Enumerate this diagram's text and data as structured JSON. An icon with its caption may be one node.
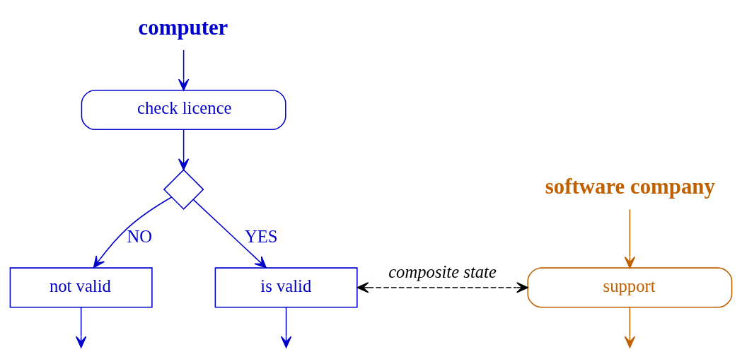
{
  "diagram": {
    "nodes": [
      {
        "text": [
          "computer"
        ]
      },
      {
        "text": [
          "check licence"
        ]
      },
      {
        "text": [],
        "shape": "diamond"
      },
      {
        "text": [
          "not valid"
        ]
      },
      {
        "text": [
          "is valid"
        ]
      },
      {
        "text": [
          "software company"
        ]
      },
      {
        "text": [
          "support"
        ]
      }
    ],
    "edges": [
      {
        "from": 0,
        "to": 1,
        "arrow": "to"
      },
      {
        "from": 1,
        "to": 2,
        "arrow": "to"
      },
      {
        "from": 2,
        "to": 3,
        "label": "NO",
        "arrow": "to"
      },
      {
        "from": 2,
        "to": 4,
        "label": "YES",
        "arrow": "to"
      },
      {
        "from": 4,
        "to": 6,
        "label": "composite state",
        "arrow": "both",
        "style": "dashed",
        "color": "#000000"
      },
      {
        "from": 5,
        "to": 6,
        "arrow": "to",
        "color": "#c06000"
      },
      {
        "from": 3,
        "to": null,
        "arrow": "to"
      },
      {
        "from": 4,
        "to": null,
        "arrow": "to"
      },
      {
        "from": 6,
        "to": null,
        "arrow": "to",
        "color": "#c06000"
      }
    ]
  }
}
